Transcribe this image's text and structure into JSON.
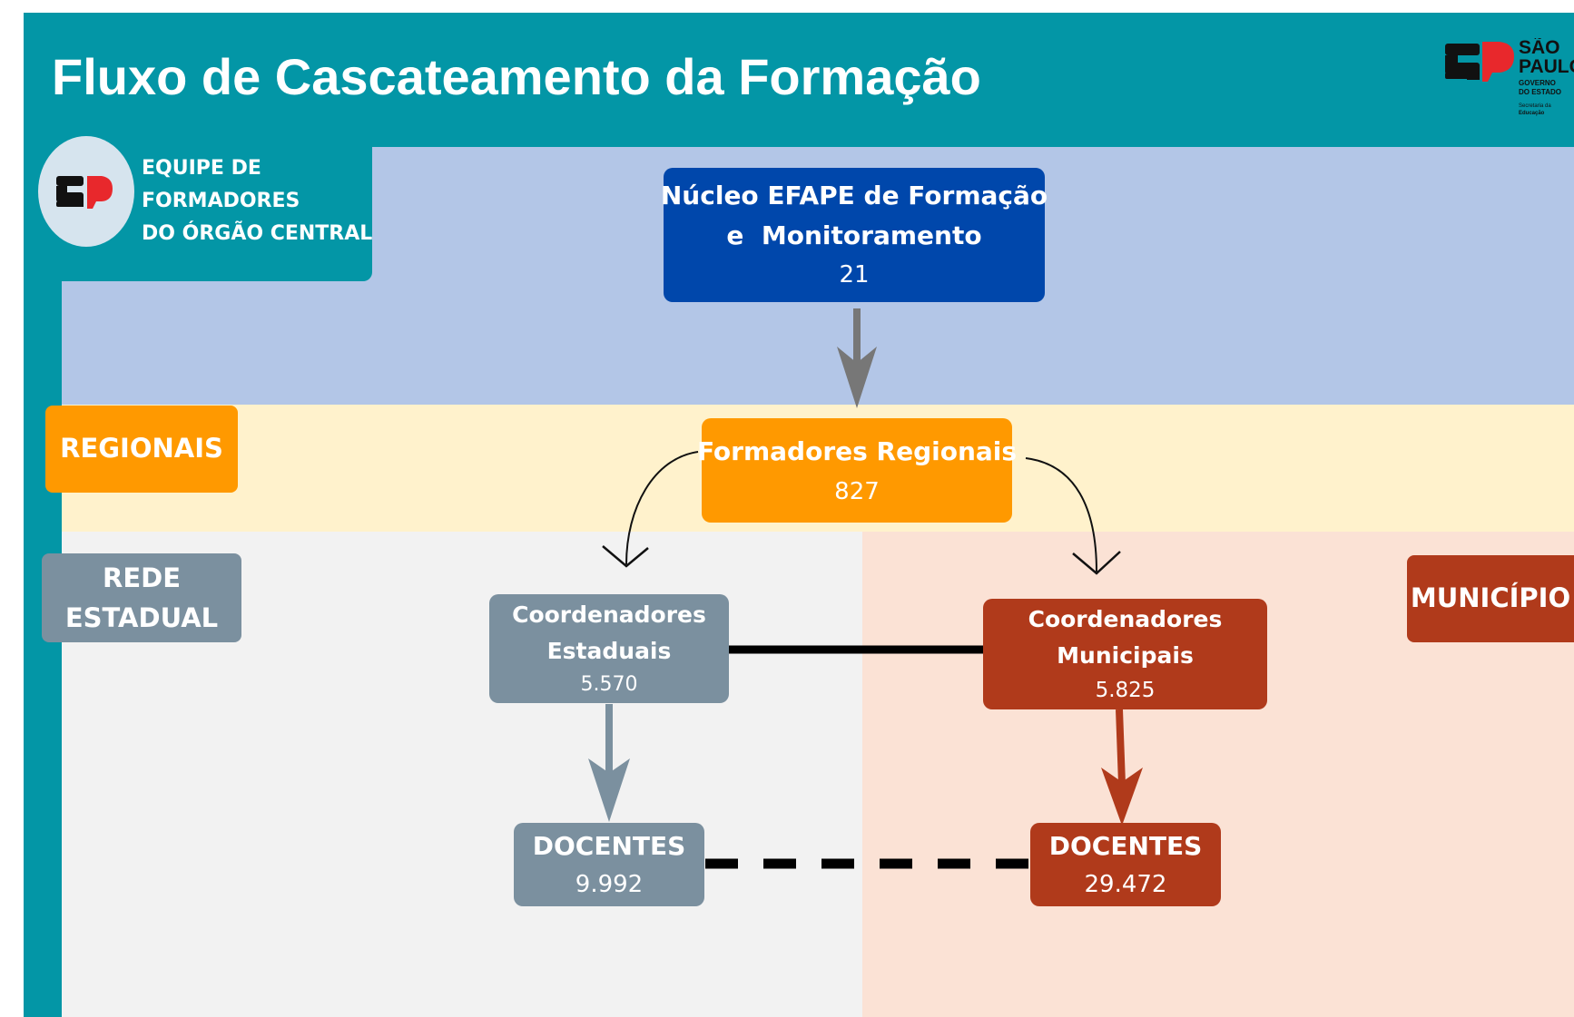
{
  "title": "Fluxo de Cascateamento da Formação",
  "logo": {
    "sp_mark": "SP",
    "top_right_lines": [
      "SÃO",
      "PAULO",
      "GOVERNO",
      "DO ESTADO",
      "Secretaria da",
      "Educação"
    ]
  },
  "sections": {
    "central": {
      "lines": [
        "EQUIPE DE",
        "FORMADORES",
        "DO ÓRGÃO CENTRAL"
      ]
    },
    "regionais": {
      "label": "REGIONAIS"
    },
    "rede_estadual": {
      "lines": [
        "REDE",
        "ESTADUAL"
      ]
    },
    "municipio": {
      "label": "MUNICÍPIO"
    }
  },
  "nodes": {
    "nucleo": {
      "lines": [
        "Núcleo EFAPE de Formação",
        "e  Monitoramento"
      ],
      "value": "21"
    },
    "formadores": {
      "label": "Formadores Regionais",
      "value": "827"
    },
    "coord_estaduais": {
      "lines": [
        "Coordenadores",
        "Estaduais"
      ],
      "value": "5.570"
    },
    "coord_municipais": {
      "lines": [
        "Coordenadores",
        "Municipais"
      ],
      "value": "5.825"
    },
    "docentes_estaduais": {
      "label": "DOCENTES",
      "value": "9.992"
    },
    "docentes_municipais": {
      "label": "DOCENTES",
      "value": "29.472"
    }
  },
  "colors": {
    "teal": "#0396A6",
    "central_band": "#B3C6E7",
    "regional_band": "#FFF2CC",
    "estadual_band": "#F2F2F2",
    "municipal_band": "#FBE2D5",
    "nucleo_box": "#0047AB",
    "regional_box": "#FF9900",
    "estadual_box": "#7B909F",
    "municipal_box": "#B03A1B",
    "logo_red": "#E8282C"
  }
}
